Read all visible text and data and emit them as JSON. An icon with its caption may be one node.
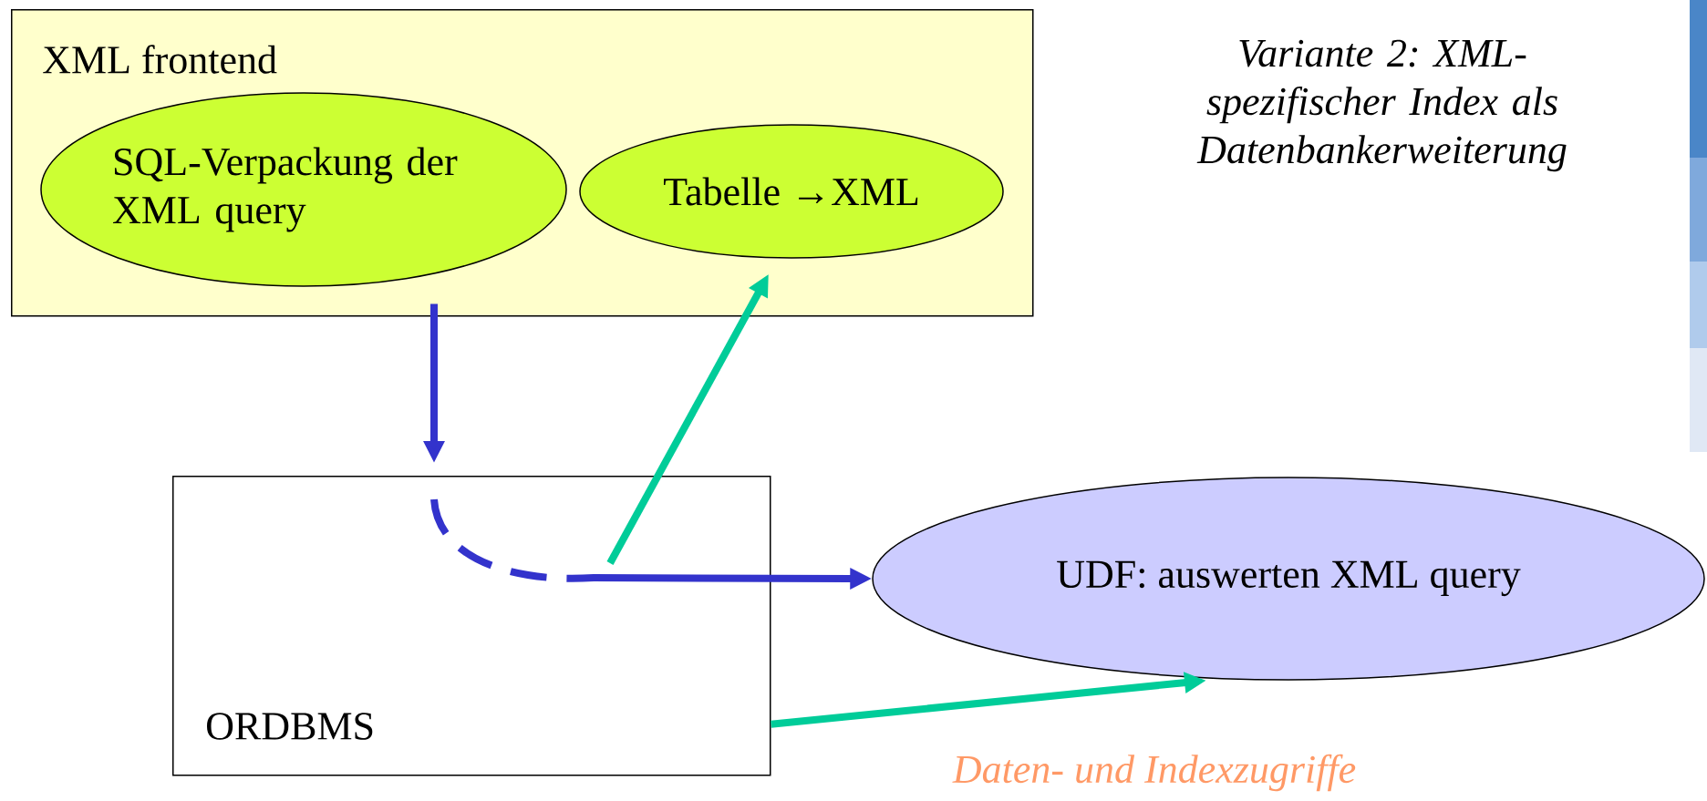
{
  "diagram": {
    "title": "Variante 2: XML-spezifischer Index als Datenbankerweiterung",
    "nodes": [
      {
        "text": [
          "XML frontend"
        ]
      },
      {
        "text": [
          "SQL-Verpackung der XML query"
        ],
        "in": 0
      },
      {
        "text": [
          "Tabelle →XML"
        ],
        "in": 0
      },
      {
        "text": [
          "ORDBMS"
        ]
      },
      {
        "text": [
          "UDF: auswerten XML query"
        ]
      }
    ],
    "edges": [
      {
        "from": 0,
        "to": 3,
        "arrow": "to",
        "color": "#3333cc"
      },
      {
        "from": 3,
        "to": 4,
        "arrow": "to",
        "color": "#3333cc"
      },
      {
        "from": 3,
        "to": 2,
        "arrow": "to",
        "color": "#00cc99"
      },
      {
        "from": 3,
        "to": 4,
        "arrow": "to",
        "color": "#00cc99",
        "label": "Daten- und Indexzugriffe"
      }
    ]
  }
}
